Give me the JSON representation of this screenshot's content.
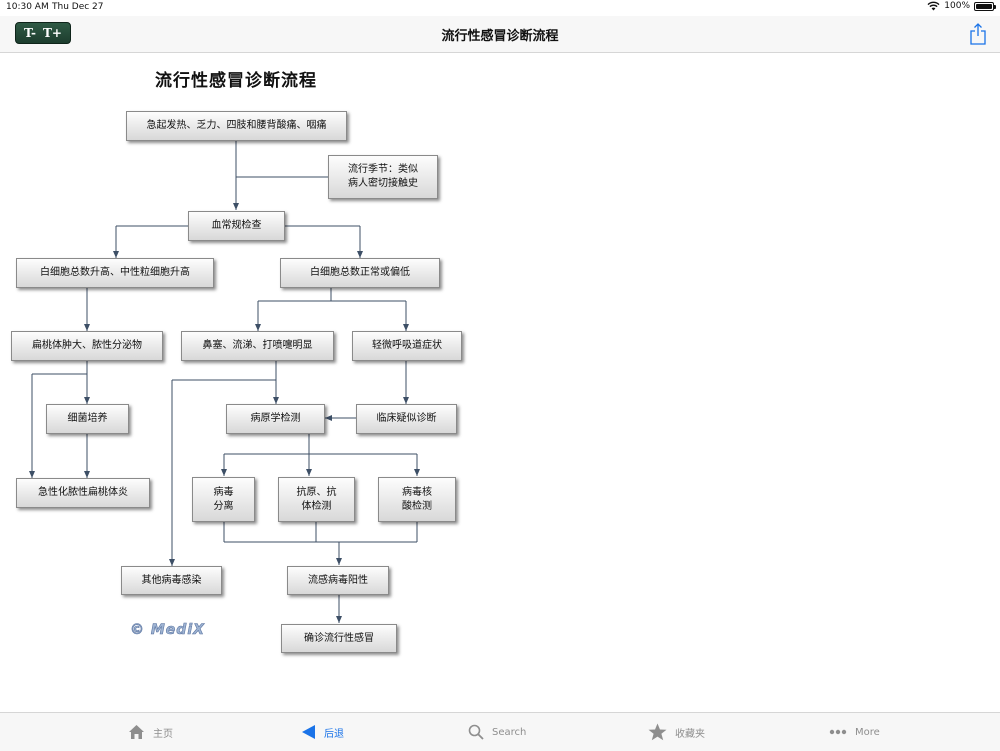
{
  "status_bar": {
    "time": "10:30 AM",
    "date": "Thu Dec 27",
    "battery": "100%",
    "battery_level": 1.0
  },
  "nav": {
    "font_decrease": "T-",
    "font_increase": "T+",
    "title": "流行性感冒诊断流程"
  },
  "flowchart": {
    "title": "流行性感冒诊断流程",
    "nodes": {
      "symptoms": "急起发热、乏力、四肢和腰背酸痛、咽痛",
      "epidemic": "流行季节：类似\n病人密切接触史",
      "blood_test": "血常规检查",
      "wbc_high": "白细胞总数升高、中性粒细胞升高",
      "wbc_normal": "白细胞总数正常或偏低",
      "tonsil": "扁桃体肿大、脓性分泌物",
      "nasal": "鼻塞、流涕、打喷嚏明显",
      "mild_resp": "轻微呼吸道症状",
      "bacteria_culture": "细菌培养",
      "pathogen_test": "病原学检测",
      "clinical_suspect": "临床疑似诊断",
      "acute_tonsillitis": "急性化脓性扁桃体炎",
      "virus_isolation": "病毒\n分离",
      "antigen_antibody": "抗原、抗\n体检测",
      "nucleic_acid": "病毒核\n酸检测",
      "other_virus": "其他病毒感染",
      "flu_positive": "流感病毒阳性",
      "confirmed": "确诊流行性感冒"
    },
    "watermark": "© MediX"
  },
  "tabbar": {
    "home": "主页",
    "back": "后退",
    "search": "Search",
    "favorites": "收藏夹",
    "more": "More"
  },
  "colors": {
    "active_tab": "#1a73e8",
    "inactive_tab": "#8e8e8e",
    "font_button": "#234a37",
    "line": "#3d4f66"
  }
}
